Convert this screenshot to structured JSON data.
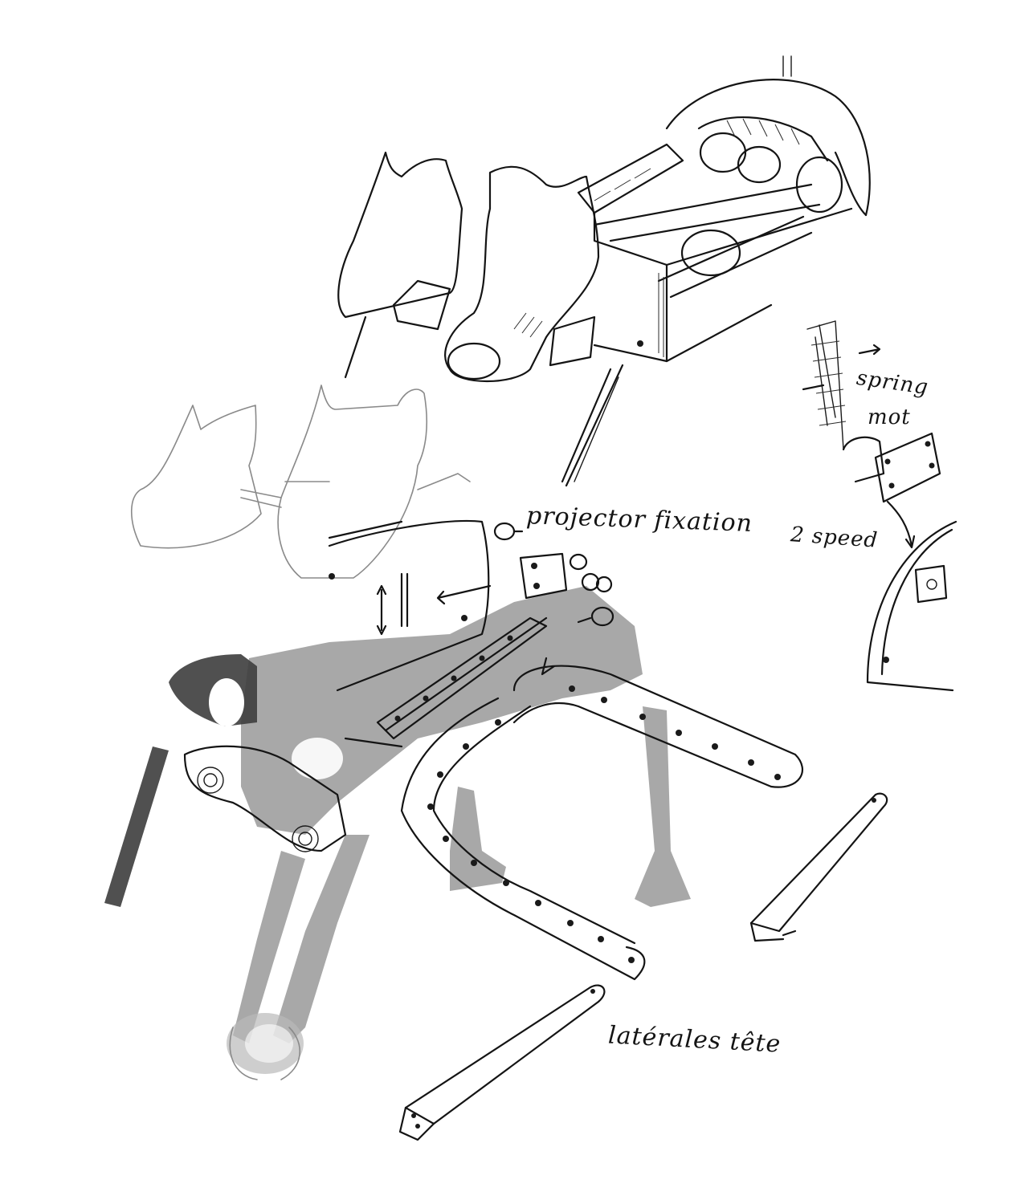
{
  "annotations": {
    "projector_fixation": "projector fixation",
    "spring": "spring",
    "mot": "mot",
    "two_speed": "2 speed",
    "laterales_tete": "latérales tête"
  },
  "icons": [
    "gear-icon",
    "screw-icon"
  ],
  "colors": {
    "ink": "#141414",
    "pencil": "#8a8a8a",
    "shadow": "#8f8f8f"
  }
}
